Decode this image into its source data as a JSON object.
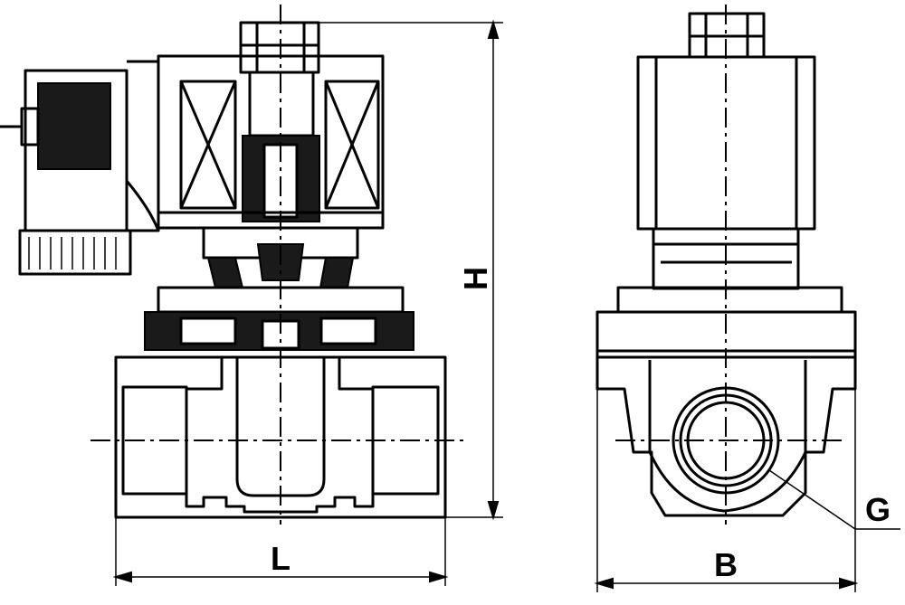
{
  "labels": {
    "length": "L",
    "height": "H",
    "width": "B",
    "port_thread": "G"
  },
  "colors": {
    "line": "#000000",
    "background": "#ffffff"
  }
}
